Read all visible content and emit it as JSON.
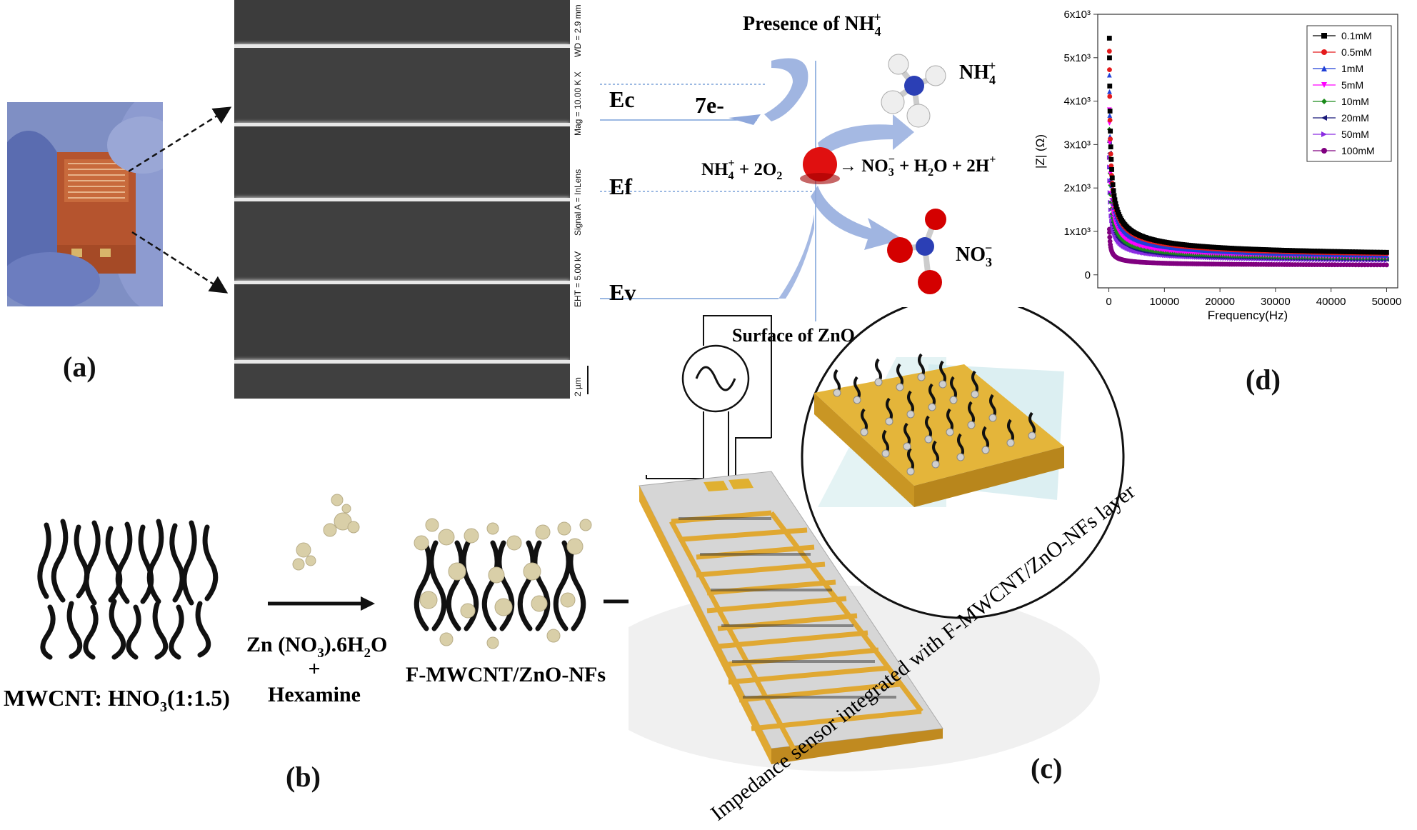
{
  "panel_a": {
    "label": "(a)",
    "sem_info": [
      "WD = 2.9 mm",
      "Mag = 10.00 K X",
      "Signal A = InLens",
      "EHT = 5.00 kV",
      "2 µm"
    ]
  },
  "mechanism": {
    "title": "Presence of NH",
    "title_sub": "4",
    "title_sup": "+",
    "ec": "Ec",
    "ef": "Ef",
    "ev": "Ev",
    "electrons": "7e-",
    "ammonium_label": "NH",
    "nitrate_label": "NO",
    "reaction_left": "NH",
    "reaction_mid": " + 2O",
    "reaction_right": "→ NO",
    "reaction_tail": " + H",
    "reaction_end": "O + 2H",
    "surface": "Surface of ZnO"
  },
  "panel_b": {
    "label": "(b)",
    "mwcnt": "MWCNT: HNO",
    "mwcnt_ratio": "(1:1.5)",
    "reagent1": "Zn (NO",
    "reagent1_tail": ").6H",
    "reagent1_end": "O",
    "plus": "+",
    "reagent2": "Hexamine",
    "product": "F-MWCNT/ZnO-NFs"
  },
  "panel_c": {
    "label": "(c)",
    "caption": "Impedance sensor integrated with F-MWCNT/ZnO-NFs layer"
  },
  "panel_d": {
    "label": "(d)"
  },
  "chart_data": {
    "type": "scatter",
    "xlabel": "Frequency(Hz)",
    "ylabel": "|Z| (Ω)",
    "xlim": [
      -2000,
      52000
    ],
    "ylim": [
      -300,
      6000
    ],
    "x_ticks": [
      0,
      10000,
      20000,
      30000,
      40000,
      50000
    ],
    "y_ticks": [
      {
        "value": 0,
        "label": "0"
      },
      {
        "value": 1000,
        "label": "1x10³"
      },
      {
        "value": 2000,
        "label": "2x10³"
      },
      {
        "value": 3000,
        "label": "3x10³"
      },
      {
        "value": 4000,
        "label": "4x10³"
      },
      {
        "value": 5000,
        "label": "5x10³"
      },
      {
        "value": 6000,
        "label": "6x10³"
      }
    ],
    "legend_position": "top-right",
    "series": [
      {
        "name": "0.1mM",
        "marker": "square",
        "color": "#000000",
        "z0": 5450,
        "zend": 350
      },
      {
        "name": "0.5mM",
        "marker": "circle",
        "color": "#e41a1c",
        "z0": 5150,
        "zend": 330
      },
      {
        "name": "1mM",
        "marker": "triangle-up",
        "color": "#1f3fd6",
        "z0": 4600,
        "zend": 310
      },
      {
        "name": "5mM",
        "marker": "triangle-down",
        "color": "#ff00ff",
        "z0": 3800,
        "zend": 290
      },
      {
        "name": "10mM",
        "marker": "diamond",
        "color": "#1a8a1a",
        "z0": 3350,
        "zend": 280
      },
      {
        "name": "20mM",
        "marker": "triangle-left",
        "color": "#1a1a7a",
        "z0": 3050,
        "zend": 265
      },
      {
        "name": "50mM",
        "marker": "triangle-right",
        "color": "#8a2be2",
        "z0": 2700,
        "zend": 250
      },
      {
        "name": "100mM",
        "marker": "circle",
        "color": "#800080",
        "z0": 1050,
        "zend": 200
      }
    ]
  }
}
